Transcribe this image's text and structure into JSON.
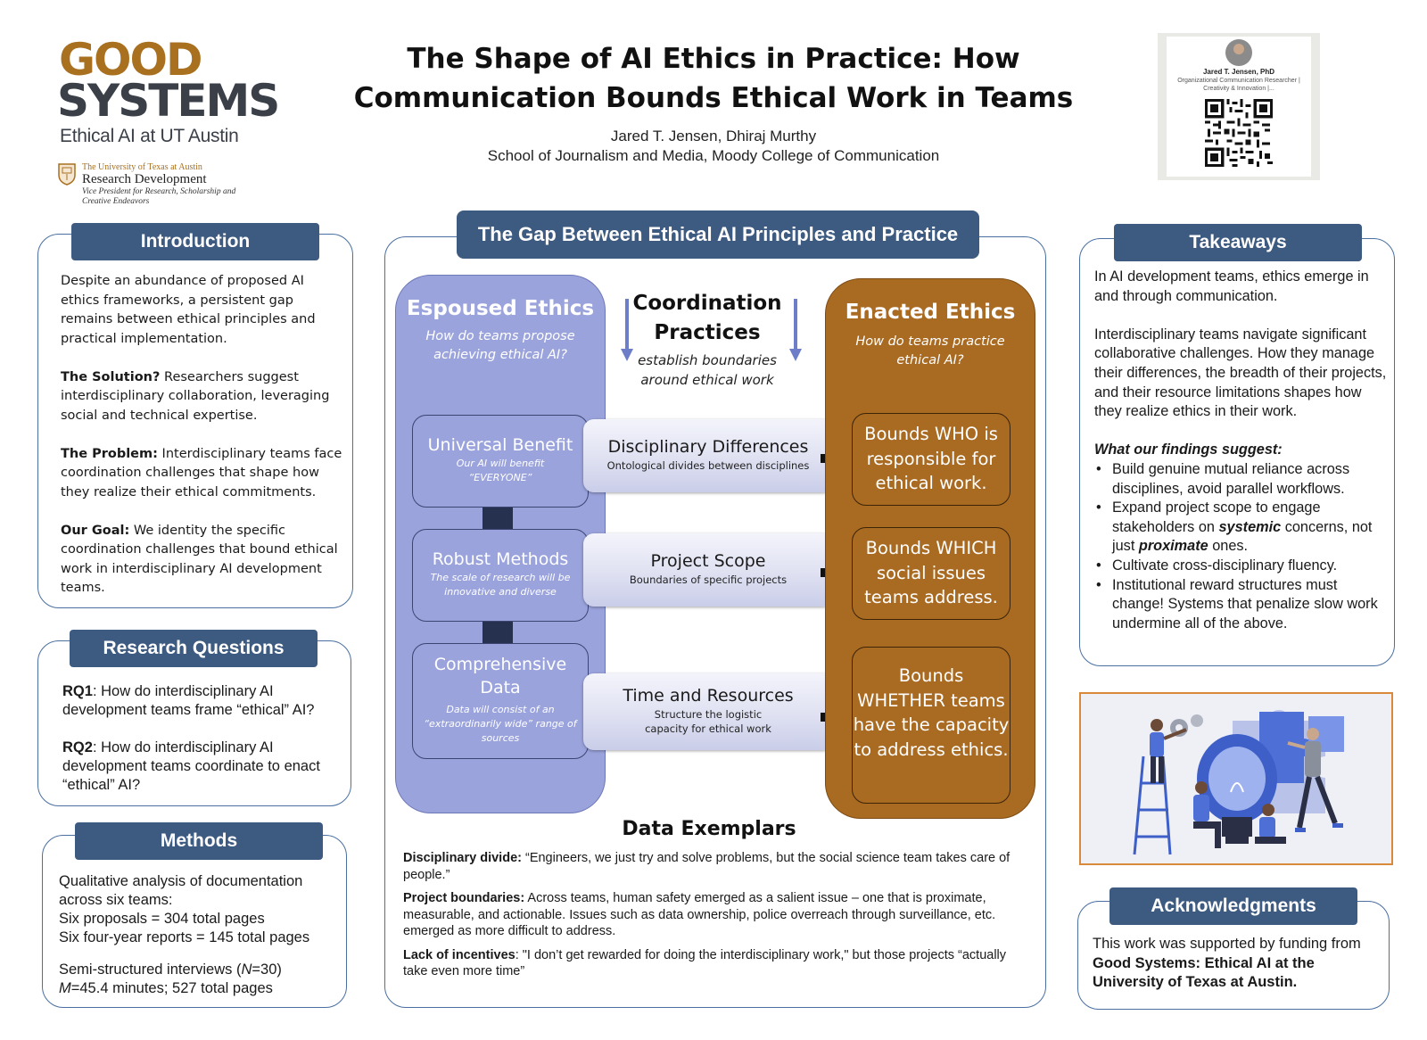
{
  "logo": {
    "good": "GOOD",
    "systems": "SYSTEMS",
    "subtitle": "Ethical AI at UT Austin",
    "ut_line1": "The University of Texas at Austin",
    "ut_line2": "Research Development",
    "ut_line3": "Vice President for Research, Scholarship and Creative Endeavors"
  },
  "header": {
    "title": "The Shape of AI Ethics in Practice: How Communication Bounds Ethical Work in Teams",
    "authors": "Jared T. Jensen, Dhiraj Murthy",
    "affiliation": "School of Journalism and Media, Moody College of Communication"
  },
  "qr_card": {
    "name": "Jared T. Jensen, PhD",
    "role": "Organizational Communication Researcher | Creativity & Innovation |..."
  },
  "introduction": {
    "heading": "Introduction",
    "p1": "Despite an abundance of proposed AI ethics frameworks, a persistent gap remains between ethical principles and practical implementation.",
    "solution_label": "The Solution?",
    "solution_text": " Researchers suggest interdisciplinary collaboration, leveraging social and technical expertise.",
    "problem_label": "The Problem:",
    "problem_text": " Interdisciplinary teams face coordination challenges that shape how they realize their ethical commitments.",
    "goal_label": "Our Goal:",
    "goal_text": " We identity the specific coordination challenges that bound ethical work in interdisciplinary AI development teams."
  },
  "research_questions": {
    "heading": "Research Questions",
    "rq1_label": "RQ1",
    "rq1_text": ": How do interdisciplinary AI development teams frame “ethical” AI?",
    "rq2_label": "RQ2",
    "rq2_text": ": How do interdisciplinary AI development teams coordinate to enact “ethical” AI?"
  },
  "methods": {
    "heading": "Methods",
    "line1": "Qualitative analysis of documentation across six teams:",
    "line2": "Six proposals = 304 total pages",
    "line3": "Six four-year reports = 145 total pages",
    "line4a": "Semi-structured interviews (",
    "line4n": "N",
    "line4b": "=30)",
    "line5m": "M",
    "line5b": "=45.4 minutes; 527 total pages"
  },
  "center": {
    "heading": "The Gap Between Ethical AI Principles and Practice",
    "espoused_title": "Espoused Ethics",
    "espoused_sub": "How do teams propose achieving ethical AI?",
    "coord_title": "Coordination Practices",
    "coord_sub": "establish boundaries around ethical work",
    "enacted_title": "Enacted Ethics",
    "enacted_sub": "How do teams practice ethical AI?",
    "espoused_items": [
      {
        "title": "Universal Benefit",
        "sub": "Our AI will benefit “EVERYONE”"
      },
      {
        "title": "Robust Methods",
        "sub": "The scale of research will be innovative and diverse"
      },
      {
        "title": "Comprehensive Data",
        "sub": "Data will consist of an “extraordinarily wide” range of sources"
      }
    ],
    "practice_items": [
      {
        "title": "Disciplinary Differences",
        "sub": "Ontological divides between disciplines"
      },
      {
        "title": "Project Scope",
        "sub": "Boundaries of specific projects"
      },
      {
        "title": "Time and Resources",
        "sub": "Structure the logistic capacity for ethical work"
      }
    ],
    "enacted_items": [
      "Bounds WHO is responsible for ethical work.",
      "Bounds WHICH social issues teams address.",
      "Bounds WHETHER teams have the capacity to address ethics."
    ],
    "exemplars_title": "Data Exemplars",
    "ex1_label": "Disciplinary divide:",
    "ex1_text": " “Engineers, we just try and solve problems, but the social science team takes care of people.”",
    "ex2_label": "Project boundaries:",
    "ex2_text": " Across teams, human safety emerged as a salient issue – one that is proximate, measurable, and actionable. Issues such as data ownership, police overreach through surveillance, etc. emerged as more difficult to address.",
    "ex3_label": "Lack of incentives",
    "ex3_text": ": \"I don’t get rewarded for doing the interdisciplinary work,\" but those projects “actually take even more time”"
  },
  "takeaways": {
    "heading": "Takeaways",
    "p1": "In AI development teams, ethics emerge in and through communication.",
    "p2": "Interdisciplinary teams navigate significant collaborative challenges. How they manage their differences, the breadth of their projects, and their resource limitations shapes how they realize ethics in their work.",
    "findings_label": "What our findings suggest:",
    "b1": "Build genuine mutual reliance across disciplines, avoid parallel workflows.",
    "b2a": "Expand project scope to engage stakeholders on ",
    "b2_systemic": "systemic",
    "b2b": " concerns, not just ",
    "b2_proximate": "proximate",
    "b2c": " ones.",
    "b3": "Cultivate cross-disciplinary fluency.",
    "b4": "Institutional reward structures must change! Systems that penalize slow work undermine all of the above."
  },
  "acknowledgments": {
    "heading": "Acknowledgments",
    "text": "This work was supported by funding from ",
    "bold": "Good Systems: Ethical AI at the University of Texas at Austin."
  },
  "colors": {
    "header_blue": "#3d5a80",
    "espoused_lavender": "#9aa3dc",
    "enacted_brown": "#a96a22",
    "logo_gold": "#a8701f",
    "illustration_border": "#d88a3a"
  }
}
